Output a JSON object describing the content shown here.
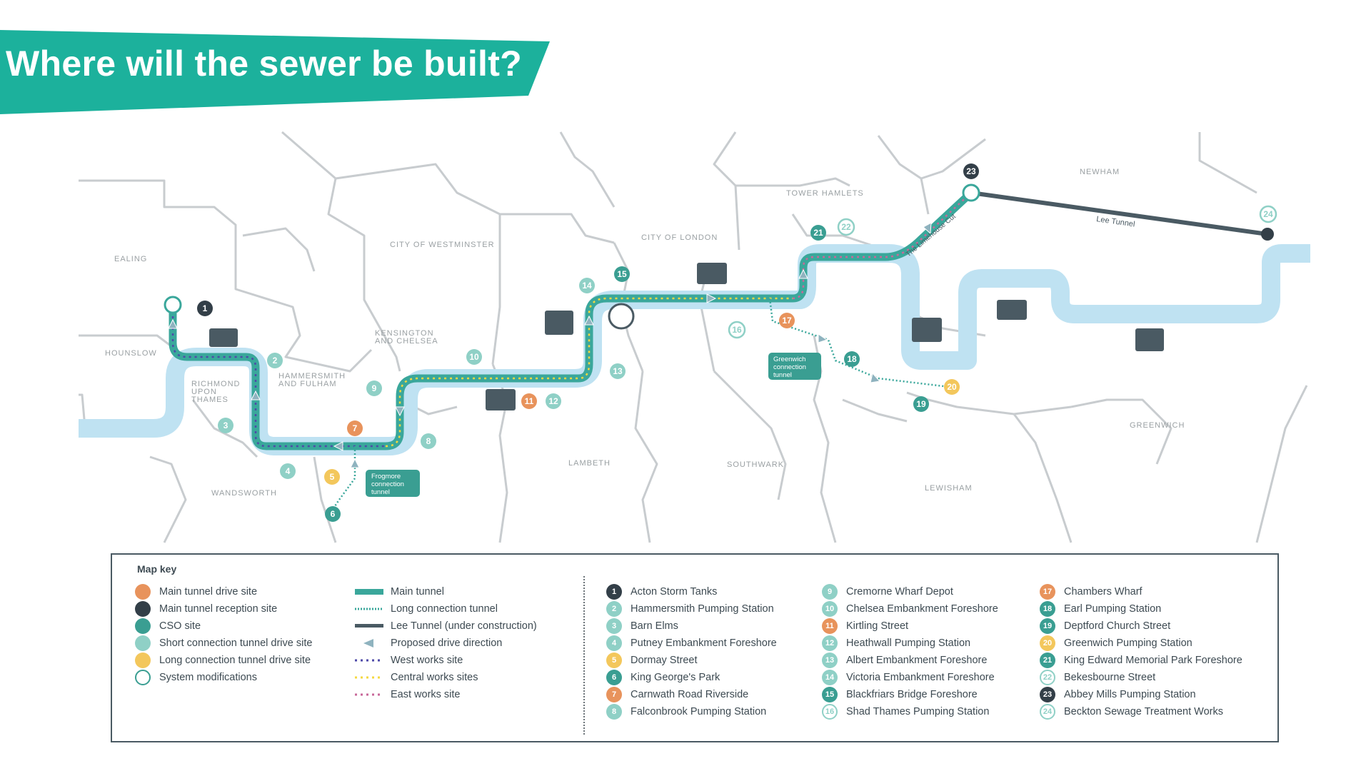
{
  "title": "Where will the sewer be built?",
  "colors": {
    "teal_banner": "#1cb19c",
    "river": "#bfe2f2",
    "tunnel": "#3aa79b",
    "borough_lines": "#c8cccf",
    "lee_tunnel": "#4a5a63",
    "orange": "#e8935c",
    "dark": "#333f48",
    "cso": "#3a9e92",
    "short": "#8fd0c6",
    "long": "#f3c75c",
    "west_dots": "#4e4aa8",
    "central_dots": "#f5d840",
    "east_dots": "#c8689a"
  },
  "boroughs": [
    "EALING",
    "HOUNSLOW",
    "RICHMOND",
    "UPON",
    "THAMES",
    "HAMMERSMITH",
    "AND FULHAM",
    "KENSINGTON",
    "AND CHELSEA",
    "CITY OF WESTMINSTER",
    "CITY OF LONDON",
    "TOWER HAMLETS",
    "NEWHAM",
    "WANDSWORTH",
    "LAMBETH",
    "SOUTHWARK",
    "LEWISHAM",
    "GREENWICH"
  ],
  "map_labels": {
    "lee_tunnel": "Lee Tunnel",
    "limehouse_cut": "The Limehouse Cut",
    "frogmore": [
      "Frogmore",
      "connection",
      "tunnel"
    ],
    "greenwich_conn": [
      "Greenwich",
      "connection",
      "tunnel"
    ]
  },
  "markers": [
    "1",
    "2",
    "3",
    "4",
    "5",
    "6",
    "7",
    "8",
    "9",
    "10",
    "11",
    "12",
    "13",
    "14",
    "15",
    "16",
    "17",
    "18",
    "19",
    "20",
    "21",
    "22",
    "23",
    "24"
  ],
  "legend": {
    "title": "Map key",
    "site_types": [
      {
        "label": "Main tunnel drive site",
        "color": "#e8935c",
        "style": "fill"
      },
      {
        "label": "Main tunnel reception site",
        "color": "#333f48",
        "style": "fill"
      },
      {
        "label": "CSO site",
        "color": "#3a9e92",
        "style": "fill"
      },
      {
        "label": "Short connection tunnel drive site",
        "color": "#8fd0c6",
        "style": "fill"
      },
      {
        "label": "Long connection tunnel drive site",
        "color": "#f3c75c",
        "style": "fill"
      },
      {
        "label": "System modifications",
        "color": "#3a9e92",
        "style": "ring"
      }
    ],
    "line_types": [
      {
        "label": "Main tunnel",
        "kind": "main"
      },
      {
        "label": "Long connection tunnel",
        "kind": "long"
      },
      {
        "label": "Lee Tunnel (under construction)",
        "kind": "lee"
      },
      {
        "label": "Proposed drive direction",
        "kind": "arrow"
      },
      {
        "label": "West works site",
        "kind": "west"
      },
      {
        "label": "Central works sites",
        "kind": "central"
      },
      {
        "label": "East works site",
        "kind": "east"
      }
    ],
    "sites_col1": [
      {
        "num": "1",
        "name": "Acton Storm Tanks",
        "color": "#333f48"
      },
      {
        "num": "2",
        "name": "Hammersmith Pumping Station",
        "color": "#8fd0c6"
      },
      {
        "num": "3",
        "name": "Barn Elms",
        "color": "#8fd0c6"
      },
      {
        "num": "4",
        "name": "Putney Embankment Foreshore",
        "color": "#8fd0c6"
      },
      {
        "num": "5",
        "name": "Dormay Street",
        "color": "#f3c75c"
      },
      {
        "num": "6",
        "name": "King George's Park",
        "color": "#3a9e92"
      },
      {
        "num": "7",
        "name": "Carnwath Road Riverside",
        "color": "#e8935c"
      },
      {
        "num": "8",
        "name": "Falconbrook Pumping Station",
        "color": "#8fd0c6"
      }
    ],
    "sites_col2": [
      {
        "num": "9",
        "name": "Cremorne Wharf Depot",
        "color": "#8fd0c6"
      },
      {
        "num": "10",
        "name": "Chelsea Embankment Foreshore",
        "color": "#8fd0c6"
      },
      {
        "num": "11",
        "name": "Kirtling Street",
        "color": "#e8935c"
      },
      {
        "num": "12",
        "name": "Heathwall Pumping Station",
        "color": "#8fd0c6"
      },
      {
        "num": "13",
        "name": "Albert Embankment Foreshore",
        "color": "#8fd0c6"
      },
      {
        "num": "14",
        "name": "Victoria Embankment Foreshore",
        "color": "#8fd0c6"
      },
      {
        "num": "15",
        "name": "Blackfriars Bridge Foreshore",
        "color": "#3a9e92"
      },
      {
        "num": "16",
        "name": "Shad Thames Pumping Station",
        "color": "ring"
      }
    ],
    "sites_col3": [
      {
        "num": "17",
        "name": "Chambers Wharf",
        "color": "#e8935c"
      },
      {
        "num": "18",
        "name": "Earl Pumping Station",
        "color": "#3a9e92"
      },
      {
        "num": "19",
        "name": "Deptford Church Street",
        "color": "#3a9e92"
      },
      {
        "num": "20",
        "name": "Greenwich Pumping Station",
        "color": "#f3c75c"
      },
      {
        "num": "21",
        "name": "King Edward Memorial Park Foreshore",
        "color": "#3a9e92"
      },
      {
        "num": "22",
        "name": "Bekesbourne Street",
        "color": "ring"
      },
      {
        "num": "23",
        "name": "Abbey Mills Pumping Station",
        "color": "#333f48"
      },
      {
        "num": "24",
        "name": "Beckton Sewage Treatment Works",
        "color": "ring"
      }
    ]
  }
}
